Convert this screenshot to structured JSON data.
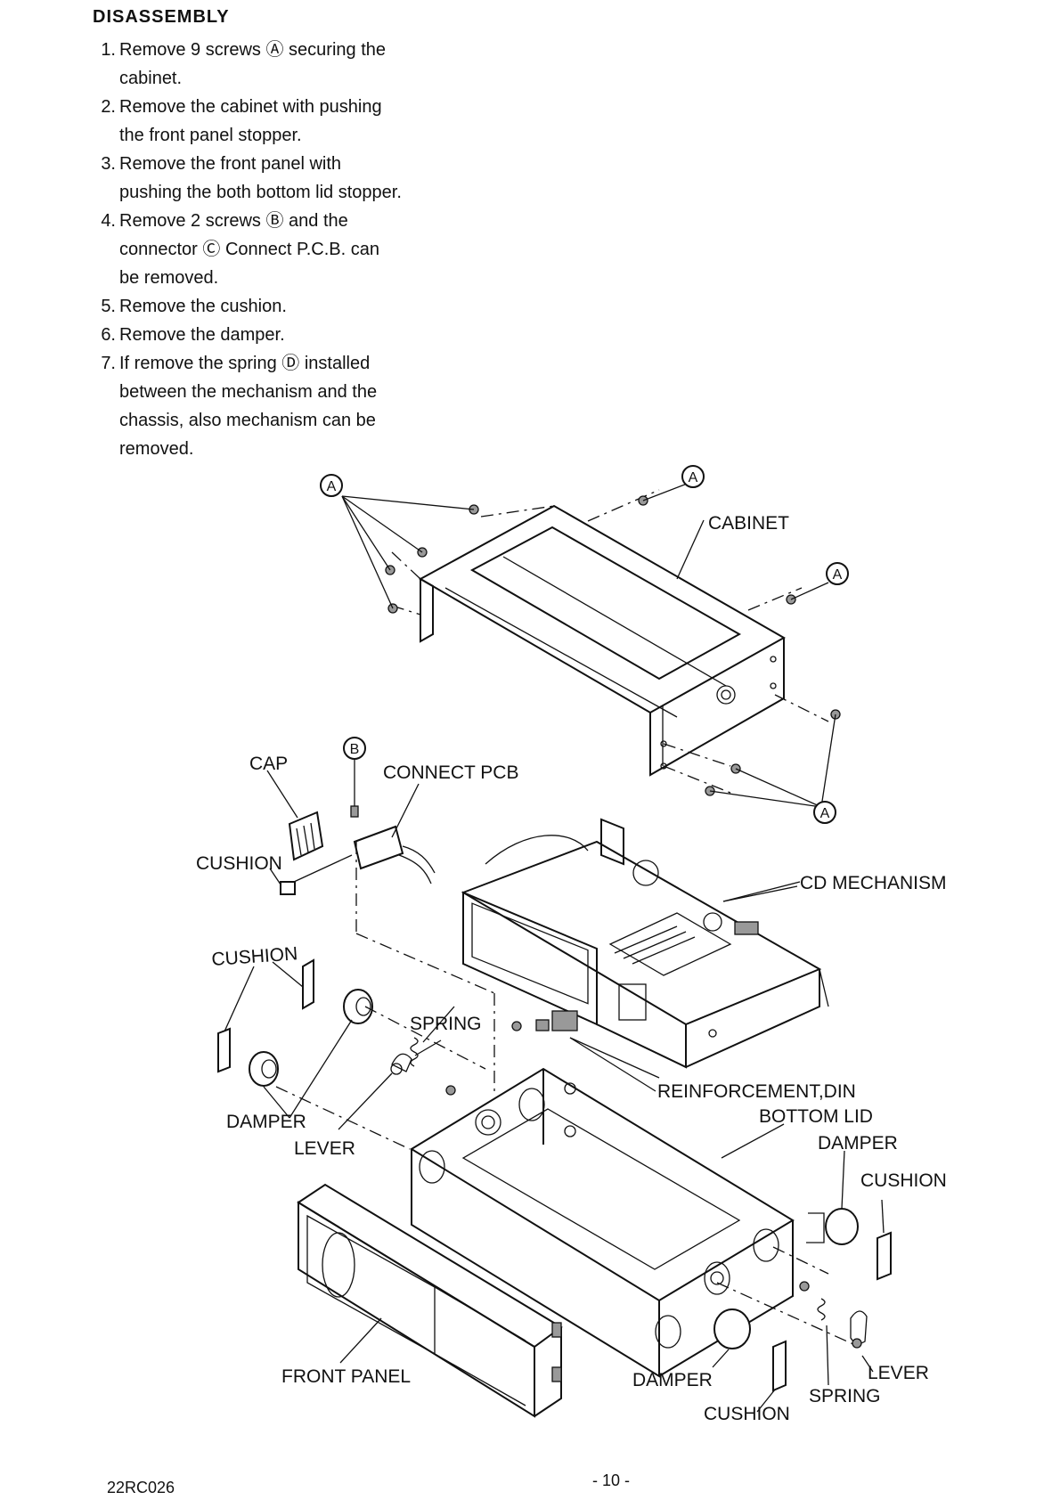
{
  "title": "DISASSEMBLY",
  "steps": [
    {
      "num": "1.",
      "text": "Remove 9 screws Ⓐ securing the\ncabinet."
    },
    {
      "num": "2.",
      "text": "Remove the cabinet with pushing\nthe front panel stopper."
    },
    {
      "num": "3.",
      "text": "Remove the front panel with\npushing the both bottom lid stopper."
    },
    {
      "num": "4.",
      "text": "Remove  2  screws Ⓑ and the\nconnector Ⓒ Connect P.C.B.  can\nbe removed."
    },
    {
      "num": "5.",
      "text": "Remove the cushion."
    },
    {
      "num": "6.",
      "text": "Remove the damper."
    },
    {
      "num": "7.",
      "text": "If remove the spring Ⓓ installed\nbetween the mechanism and the\nchassis, also mechanism can be\nremoved."
    }
  ],
  "diagram": {
    "callout_a": "A",
    "callout_b": "B",
    "labels": {
      "cabinet": "CABINET",
      "cap": "CAP",
      "connect_pcb": "CONNECT PCB",
      "cushion_1": "CUSHION",
      "cd_mechanism": "CD MECHANISM",
      "cushion_2": "CUSHION",
      "spring_1": "SPRING",
      "reinforcement_din": "REINFORCEMENT,DIN",
      "bottom_lid": "BOTTOM LID",
      "damper_1": "DAMPER",
      "damper_right": "DAMPER",
      "cushion_right": "CUSHION",
      "lever_1": "LEVER",
      "front_panel": "FRONT PANEL",
      "damper_bottom": "DAMPER",
      "lever_right": "LEVER",
      "spring_right": "SPRING",
      "cushion_bottom": "CUSHION"
    }
  },
  "footer": {
    "code": "22RC026",
    "page_number": "- 10 -"
  }
}
